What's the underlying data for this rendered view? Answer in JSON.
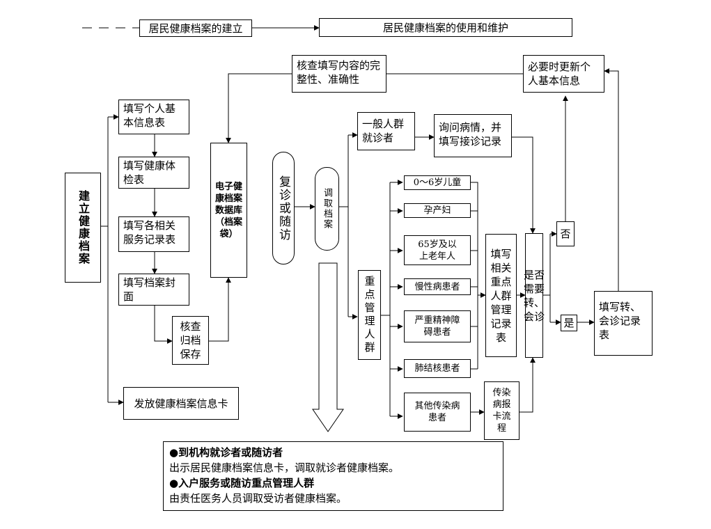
{
  "header": {
    "establish": "居民健康档案的建立",
    "use_maintain": "居民健康档案的使用和维护"
  },
  "left": {
    "establish_archive": "建立健康档案",
    "fill_personal": "填写个人基本信息表",
    "fill_exam": "填写健康体检表",
    "fill_service": "填写各相关服务记录表",
    "fill_cover": "填写档案封面",
    "check_archive": "核查归档保存",
    "issue_card": "发放健康档案信息卡"
  },
  "center": {
    "check_content": "核查填写内容的完整性、准确性",
    "database": "电子健康档案数据库（档案袋）",
    "revisit": "复诊或随访",
    "retrieve": "调取档案"
  },
  "groups": {
    "general": "一般人群就诊者",
    "inquire": "询问病情，并填写接诊记录",
    "key_groups": "重点管理人群",
    "children": "0～6岁儿童",
    "pregnant": "孕产妇",
    "elderly": "65岁及以上老年人",
    "chronic": "慢性病患者",
    "mental": "严重精神障碍患者",
    "tb": "肺结核患者",
    "other_infectious": "其他传染病患者",
    "fill_key_records": "填写相关重点人群管理记录表",
    "infectious_report": "传染病报卡流程"
  },
  "right": {
    "need_referral": "是否需要转、会诊",
    "no": "否",
    "yes": "是",
    "update_info": "必要时更新个人基本信息",
    "fill_referral": "填写转、会诊记录表"
  },
  "note": {
    "h1": "●到机构就诊者或随访者",
    "t1": "出示居民健康档案信息卡，调取就诊者健康档案。",
    "h2": "●入户服务或随访重点管理人群",
    "t2": "由责任医务人员调取受访者健康档案。"
  }
}
